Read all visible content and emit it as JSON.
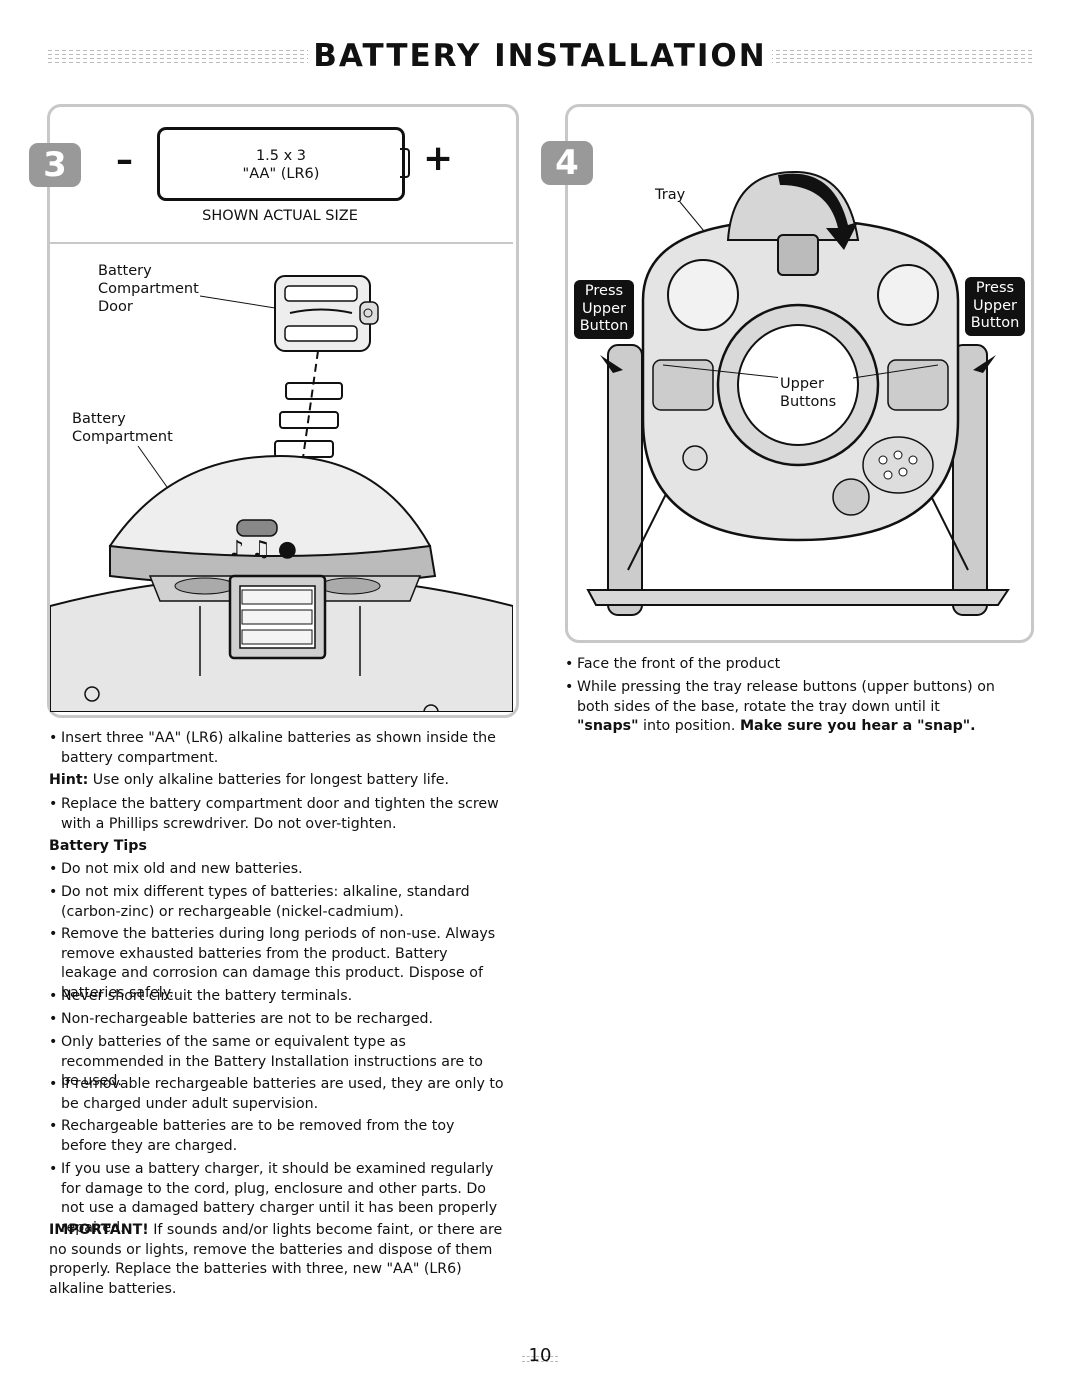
{
  "page": {
    "title": "BATTERY INSTALLATION",
    "page_number": "10"
  },
  "step3": {
    "number": "3",
    "battery_line1": "1.5 x 3",
    "battery_line2": "\"AA\" (LR6)",
    "minus": "–",
    "plus": "+",
    "shown_actual_size": "SHOWN ACTUAL SIZE",
    "label_door": [
      "Battery",
      "Compartment",
      "Door"
    ],
    "label_compartment": [
      "Battery",
      "Compartment"
    ]
  },
  "step4": {
    "number": "4",
    "label_tray": "Tray",
    "press_left": [
      "Press",
      "Upper",
      "Button"
    ],
    "press_right": [
      "Press",
      "Upper",
      "Button"
    ],
    "label_upper_buttons": [
      "Upper",
      "Buttons"
    ]
  },
  "left_text": {
    "insert": "Insert three \"AA\" (LR6) alkaline batteries as shown inside the battery compartment.",
    "hint_label": "Hint:",
    "hint_text": " Use only alkaline batteries for longest battery life.",
    "replace": "Replace the battery compartment door and tighten the screw with a Phillips screwdriver. Do not over-tighten.",
    "tips_heading": "Battery Tips",
    "tips": [
      "Do not mix old and new batteries.",
      "Do not mix different types of batteries: alkaline, standard (carbon-zinc) or rechargeable (nickel-cadmium).",
      "Remove the batteries during long periods of non-use. Always remove exhausted batteries from the product. Battery leakage and corrosion can damage this product. Dispose of batteries safely.",
      "Never short circuit the battery terminals.",
      "Non-rechargeable batteries are not to be recharged.",
      "Only batteries of the same or equivalent type as recommended in the Battery Installation instructions are to be used.",
      "If removable rechargeable batteries are used, they are only to be charged under adult supervision.",
      "Rechargeable batteries are to be removed from the toy before they are charged.",
      "If you use a battery charger, it should be examined regularly for damage to the cord, plug, enclosure and other parts. Do not use a damaged battery charger until it has been properly repaired."
    ],
    "important_label": "IMPORTANT!",
    "important_text": " If sounds and/or lights become faint, or there are no sounds or lights, remove the batteries and dispose of them properly. Replace the batteries with three, new \"AA\" (LR6) alkaline batteries."
  },
  "right_text": {
    "face": "Face the front of the product",
    "press_part1": "While pressing the tray release buttons (upper buttons) on both sides of the base, rotate the tray down until it ",
    "press_snaps": "\"snaps\"",
    "press_part2": " into position. ",
    "press_bold": "Make sure you hear a \"snap\"."
  },
  "colors": {
    "panel_border": "#c8c8c8",
    "step_badge": "#999999",
    "press_box": "#111111"
  }
}
